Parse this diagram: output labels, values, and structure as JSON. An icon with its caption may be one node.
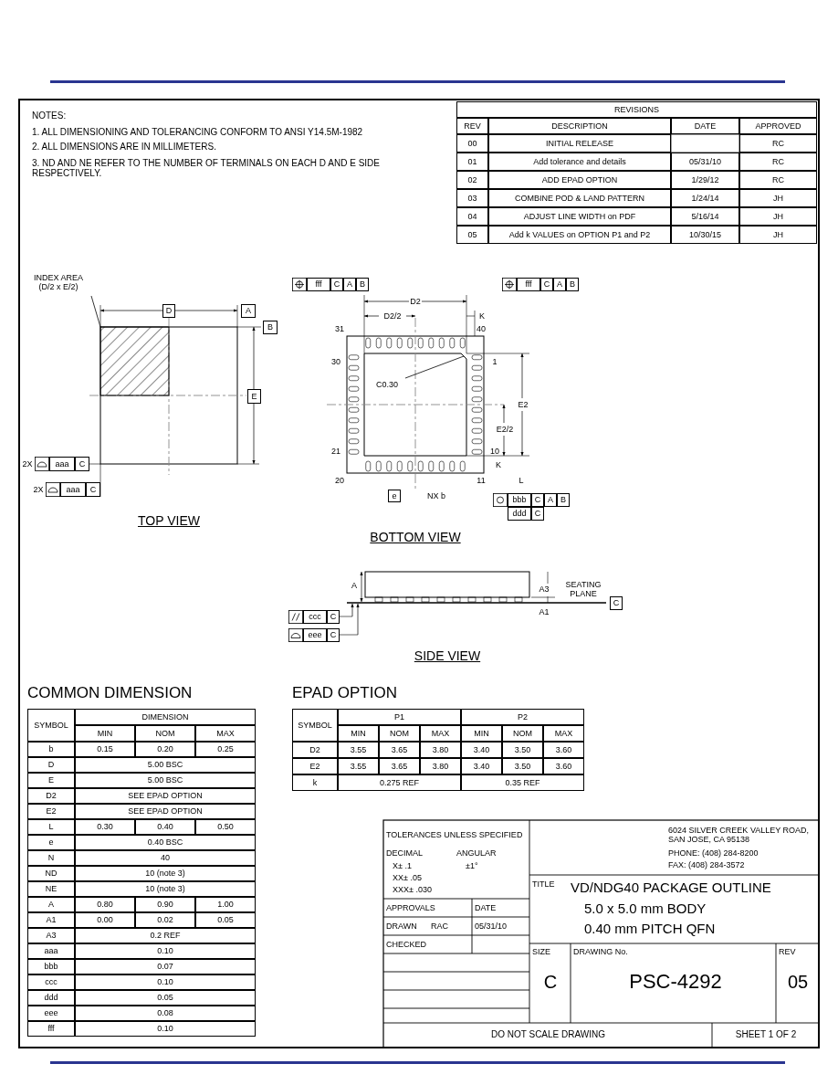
{
  "diagram": {
    "nodes": [
      {
        "text": [
          "INDEX AREA (D/2 x E/2)"
        ]
      },
      {
        "text": [],
        "shape": "box"
      },
      {
        "text": [
          "C0.30"
        ]
      }
    ],
    "edges": [
      {
        "from": 0,
        "to": 1,
        "arrow": "none"
      },
      {
        "from": 2,
        "to": null,
        "arrow": "none"
      }
    ],
    "labels": [
      "2X",
      "aaa",
      "C",
      "2X",
      "aaa",
      "C",
      "D",
      "A",
      "E",
      "B",
      "TOP VIEW",
      "D2",
      "D2/2",
      "K",
      "fff",
      "C",
      "A",
      "B",
      "30",
      "21",
      "31",
      "20",
      "40",
      "11",
      "1",
      "10",
      "e",
      "NX b",
      "E2/2",
      "E2",
      "K",
      "L",
      "bbb",
      "C",
      "A",
      "B",
      "ddd",
      "C",
      "fff",
      "C",
      "A",
      "B",
      "BOTTOM VIEW",
      "ccc",
      "C",
      "eee",
      "C",
      "A",
      "A3",
      "A1",
      "SEATING PLANE",
      "C",
      "SIDE VIEW",
      "NOTES:",
      "1. ALL DIMENSIONING AND TOLERANCING CONFORM TO ANSI Y14.5M-1982",
      "2. ALL DIMENSIONS ARE IN MILLIMETERS.",
      "3. ND AND NE REFER TO THE NUMBER OF TERMINALS ON EACH D AND E SIDE RESPECTIVELY.",
      "REVISIONS",
      "REV",
      "DESCRIPTION",
      "DATE",
      "APPROVED",
      "00",
      "INITIAL RELEASE",
      "RC",
      "01",
      "Add tolerance and details",
      "05/31/10",
      "RC",
      "02",
      "ADD EPAD OPTION",
      "1/29/12",
      "RC",
      "03",
      "COMBINE POD & LAND PATTERN",
      "1/24/14",
      "JH",
      "04",
      "ADJUST LINE WIDTH on PDF",
      "5/16/14",
      "JH",
      "05",
      "Add k VALUES on OPTION P1 and P2",
      "10/30/15",
      "JH",
      "COMMON DIMENSION",
      "SYMBOL",
      "DIMENSION",
      "MIN",
      "NOM",
      "MAX",
      "b",
      "0.15",
      "0.20",
      "0.25",
      "D",
      "5.00 BSC",
      "E",
      "5.00 BSC",
      "D2",
      "SEE EPAD OPTION",
      "E2",
      "SEE EPAD OPTION",
      "L",
      "0.30",
      "0.40",
      "0.50",
      "e",
      "0.40 BSC",
      "N",
      "40",
      "ND",
      "10 (note 3)",
      "NE",
      "10 (note 3)",
      "A",
      "0.80",
      "0.90",
      "1.00",
      "A1",
      "0.00",
      "0.02",
      "0.05",
      "A3",
      "0.2 REF",
      "aaa",
      "0.10",
      "bbb",
      "0.07",
      "ccc",
      "0.10",
      "ddd",
      "0.05",
      "eee",
      "0.08",
      "fff",
      "0.10",
      "EPAD OPTION",
      "SYMBOL",
      "P1",
      "P2",
      "MIN",
      "NOM",
      "MAX",
      "MIN",
      "NOM",
      "MAX",
      "D2",
      "3.55",
      "3.65",
      "3.80",
      "3.40",
      "3.50",
      "3.60",
      "E2",
      "3.55",
      "3.65",
      "3.80",
      "3.40",
      "3.50",
      "3.60",
      "k",
      "0.275 REF",
      "0.35 REF",
      "TOLERANCES UNLESS SPECIFIED",
      "DECIMAL",
      "ANGULAR",
      "X± .1",
      "XX± .05",
      "XXX± .030",
      "±1°",
      "APPROVALS",
      "DATE",
      "DRAWN",
      "RAC",
      "05/31/10",
      "CHECKED",
      "6024 SILVER CREEK VALLEY ROAD, SAN JOSE, CA 95138",
      "PHONE: (408) 284-8200",
      "FAX: (408) 284-3572",
      "TITLE",
      "VD/NDG40 PACKAGE OUTLINE",
      "5.0 x 5.0 mm BODY",
      "0.40 mm PITCH QFN",
      "SIZE",
      "C",
      "DRAWING No.",
      "PSC-4292",
      "REV",
      "05",
      "DO NOT SCALE DRAWING",
      "SHEET 1 OF 2"
    ]
  }
}
